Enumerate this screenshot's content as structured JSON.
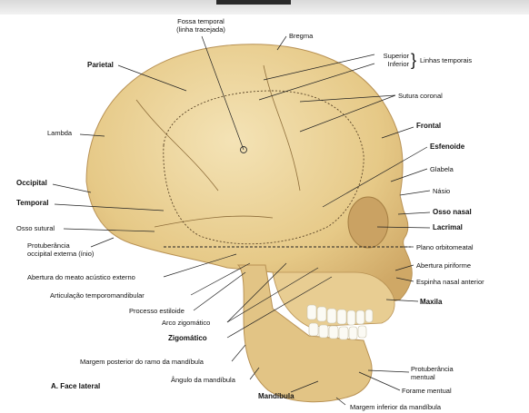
{
  "window": {
    "tab_label": ""
  },
  "figure": {
    "caption": "A. Face lateral",
    "labels": {
      "fossa_temporal": "Fossa temporal\n(linha tracejada)",
      "bregma": "Bregma",
      "parietal": "Parietal",
      "superior": "Superior",
      "inferior": "Inferior",
      "linhas_temporais": "Linhas temporais",
      "sutura_coronal": "Sutura coronal",
      "lambda": "Lambda",
      "frontal": "Frontal",
      "esfenoide": "Esfenoide",
      "glabela": "Glabela",
      "occipital": "Occipital",
      "nasio": "Násio",
      "temporal": "Temporal",
      "osso_nasal": "Osso nasal",
      "osso_sutural": "Osso sutural",
      "lacrimal": "Lacrimal",
      "protuberancia_occipital": "Protuberância\noccipital externa (ínio)",
      "plano_orbitomeatal": "Plano orbitomeatal",
      "abertura_meato": "Abertura do meato acústico externo",
      "abertura_piriforme": "Abertura piriforme",
      "articulacao_tm": "Articulação temporomandibular",
      "espinha_nasal": "Espinha nasal anterior",
      "processo_estiloide": "Processo estiloide",
      "maxila": "Maxila",
      "arco_zigomatico": "Arco zigomático",
      "zigomatico": "Zigomático",
      "margem_posterior_ramo": "Margem posterior do ramo da mandíbula",
      "protuberancia_mentual": "Protuberância\nmentual",
      "angulo_mandibula": "Ângulo da mandíbula",
      "forame_mentual": "Forame mentual",
      "mandibula": "Mandíbula",
      "margem_inferior": "Margem inferior da mandíbula"
    },
    "colors": {
      "bone": "#ecd39a",
      "bone_shade": "#d7b56f",
      "teeth": "#fbfaf4",
      "line": "#222222"
    }
  }
}
